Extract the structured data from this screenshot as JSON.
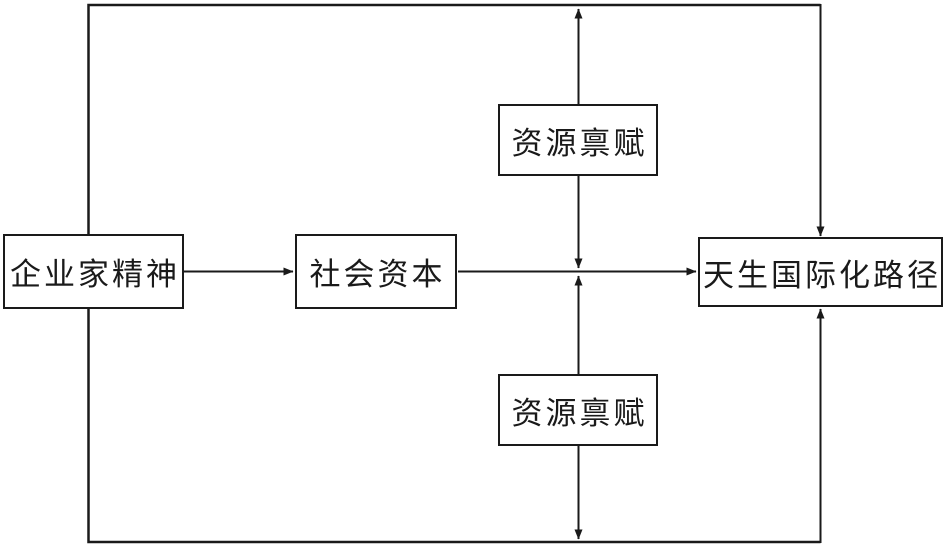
{
  "diagram": {
    "type": "mediation-moderation-model",
    "boxes": {
      "entrepreneurship": "企业家精神",
      "social_capital": "社会资本",
      "born_global_path": "天生国际化路径",
      "resource_endowment_top": "资源禀赋",
      "resource_endowment_bottom": "资源禀赋"
    },
    "edges": [
      {
        "from": "企业家精神",
        "to": "社会资本",
        "style": "arrow"
      },
      {
        "from": "社会资本",
        "to": "天生国际化路径",
        "style": "arrow"
      },
      {
        "from": "资源禀赋 (top)",
        "to": "社会资本→天生国际化路径 path",
        "style": "moderation-arrow-down"
      },
      {
        "from": "资源禀赋 (bottom)",
        "to": "社会资本→天生国际化路径 path",
        "style": "moderation-arrow-up"
      },
      {
        "from": "资源禀赋 (top)",
        "to": "outer loop top border",
        "style": "arrow-up"
      },
      {
        "from": "资源禀赋 (bottom)",
        "to": "outer loop bottom border",
        "style": "arrow-down"
      },
      {
        "from": "outer loop (through 企业家精神, around top)",
        "to": "天生国际化路径",
        "style": "arrow-into-top"
      },
      {
        "from": "outer loop (through 企业家精神, around bottom)",
        "to": "天生国际化路径",
        "style": "arrow-into-bottom"
      }
    ],
    "colors": {
      "line": "#1a1a1a",
      "box_fill": "#ffffff",
      "background": "#ffffff",
      "text": "#1a1a1a"
    }
  }
}
